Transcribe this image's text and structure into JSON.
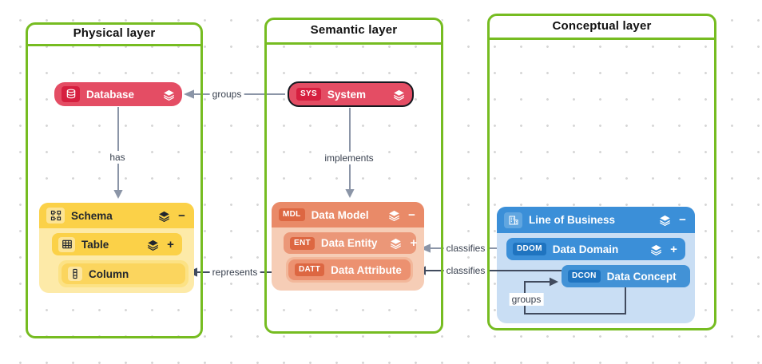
{
  "layers": {
    "physical": {
      "title": "Physical layer"
    },
    "semantic": {
      "title": "Semantic layer"
    },
    "conceptual": {
      "title": "Conceptual layer"
    }
  },
  "nodes": {
    "database": {
      "label": "Database",
      "icon": "database-icon"
    },
    "schema": {
      "label": "Schema",
      "icon": "schema-icon"
    },
    "table": {
      "label": "Table",
      "icon": "table-icon"
    },
    "column": {
      "label": "Column",
      "icon": "column-icon"
    },
    "system": {
      "label": "System",
      "badge": "SYS"
    },
    "data_model": {
      "label": "Data Model",
      "badge": "MDL"
    },
    "data_entity": {
      "label": "Data Entity",
      "badge": "ENT"
    },
    "data_attribute": {
      "label": "Data Attribute",
      "badge": "DATT"
    },
    "line_of_business": {
      "label": "Line of Business",
      "icon": "building-icon"
    },
    "data_domain": {
      "label": "Data Domain",
      "badge": "DDOM"
    },
    "data_concept": {
      "label": "Data Concept",
      "badge": "DCON"
    }
  },
  "edges": {
    "system_groups_database": {
      "label": "groups"
    },
    "database_has_schema": {
      "label": "has"
    },
    "system_implements_model": {
      "label": "implements"
    },
    "attribute_represents_column": {
      "label": "represents"
    },
    "domain_classifies_entity": {
      "label": "classifies"
    },
    "concept_classifies_attribute": {
      "label": "classifies"
    },
    "concept_groups_self": {
      "label": "groups"
    }
  },
  "glyphs": {
    "collapse": "−",
    "expand": "+"
  },
  "colors": {
    "layer_border": "#76bc21",
    "red_node": "#e44d64",
    "red_badge": "#d61f3f",
    "yellow_group": "#fbd148",
    "orange_group": "#e98a68",
    "orange_badge": "#dd6742",
    "blue_group": "#3b8fd8",
    "blue_badge": "#1f74c0",
    "edge_gray": "#8b95a7",
    "edge_dark": "#414b5e"
  }
}
